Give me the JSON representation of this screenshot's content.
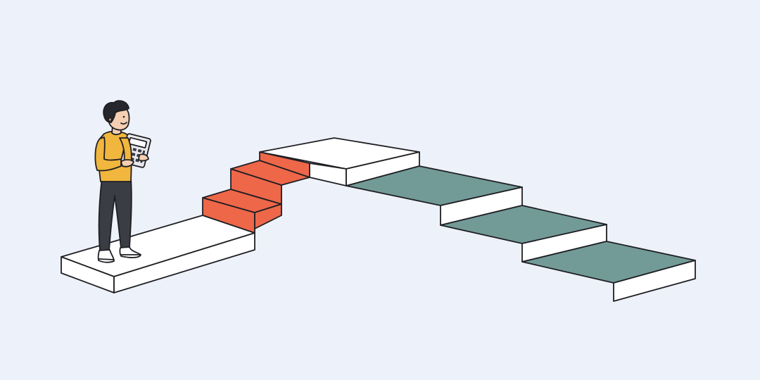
{
  "illustration": {
    "subject": "person-holding-calculator",
    "elements": [
      "start-platform",
      "ascending-stairs",
      "top-platform",
      "descending-stairs"
    ]
  },
  "colors": {
    "background": "#edf1f9",
    "platform": "#ffffff",
    "ascending_steps": "#ee6749",
    "descending_steps": "#729b97",
    "outline": "#1f1f24",
    "sweater": "#f1b63d",
    "pants": "#3b3d45",
    "hair": "#26272d",
    "skin": "#f5cfb2",
    "calculator": "#e9eaee"
  },
  "icons": [
    "calculator-icon"
  ]
}
